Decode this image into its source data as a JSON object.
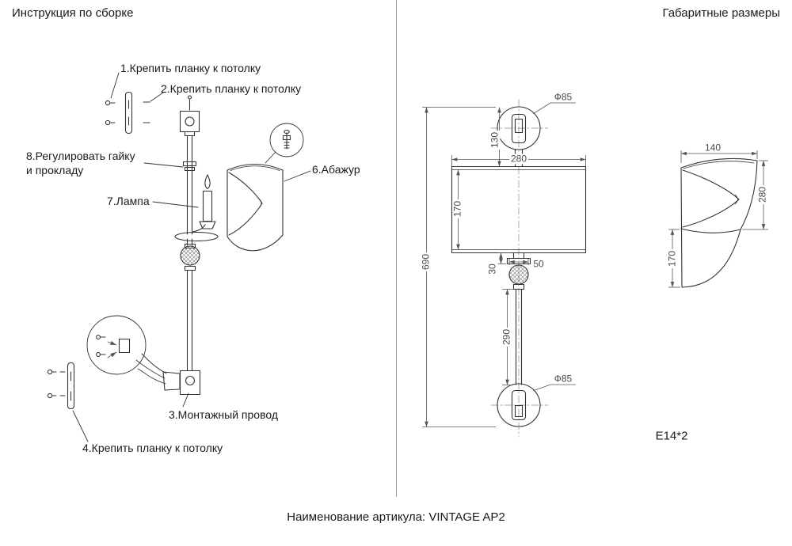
{
  "titles": {
    "assembly": "Инструкция по сборке",
    "dimensions": "Габаритные размеры"
  },
  "steps": {
    "s1": "1.Крепить планку к потолку",
    "s2": "2.Крепить планку к потолку",
    "s8a": "8.Регулировать гайку",
    "s8b": "и прокладу",
    "s7": "7.Лампа",
    "s6": "6.Абажур",
    "s3": "3.Монтажный провод",
    "s4": "4.Крепить планку к потолку"
  },
  "front_view": {
    "top_diameter": "Ф85",
    "neck_height": "130",
    "width": "280",
    "shade_height": "170",
    "overall_height": "690",
    "bracket_height": "30",
    "ball_width": "50",
    "rod_length": "290",
    "bottom_diameter": "Ф85"
  },
  "side_view": {
    "depth": "140",
    "height_right": "280",
    "height_left": "170"
  },
  "socket_label": "E14*2",
  "footer": {
    "article": "Наименование артикула: VINTAGE AP2"
  },
  "colors": {
    "ink": "#1a1a1a",
    "line": "#333333",
    "dim": "#4a4a4a",
    "divider": "#999999"
  }
}
